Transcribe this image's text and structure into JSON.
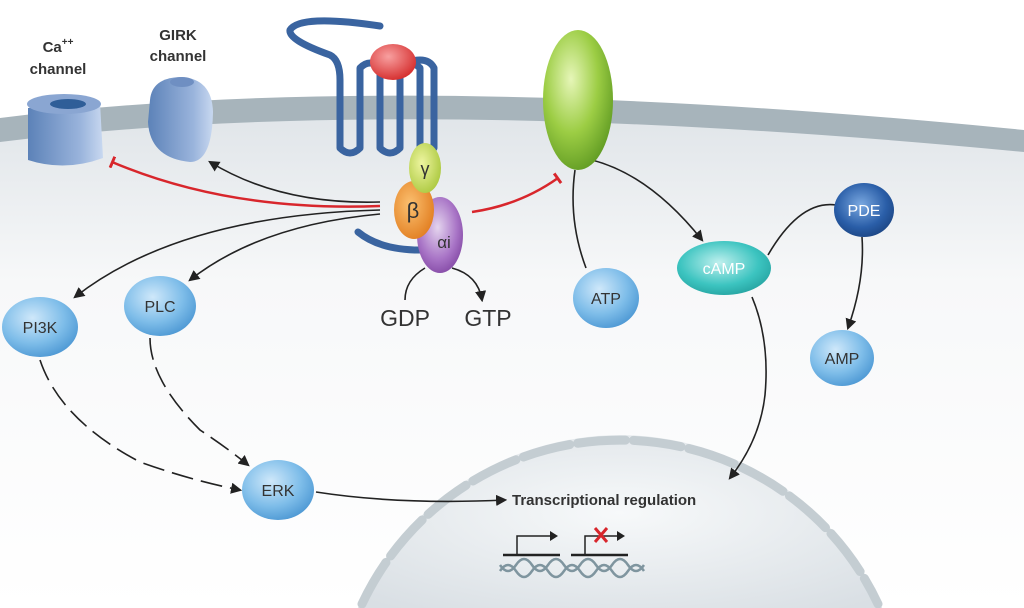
{
  "labels": {
    "ca_channel_line1": "Ca",
    "ca_channel_sup": "++",
    "ca_channel_line2": "channel",
    "girk_line1": "GIRK",
    "girk_line2": "channel",
    "gamma": "γ",
    "beta": "β",
    "alpha_i": "αi",
    "gdp": "GDP",
    "gtp": "GTP",
    "atp": "ATP",
    "camp": "cAMP",
    "pde": "PDE",
    "amp": "AMP",
    "pi3k": "PI3K",
    "plc": "PLC",
    "erk": "ERK",
    "transcription": "Transcriptional regulation"
  },
  "colors": {
    "membrane": "#a7b4bb",
    "receptor": "#3a64a0",
    "ligand": "#e03a3a",
    "inhibit": "#d8262c",
    "node_blue": "#6fb4e8",
    "camp": "#3cc4c0",
    "pde": "#1e4f98",
    "adenylyl_cyclase": "#8cc43c",
    "gamma": "#c4d84a",
    "beta": "#f0902c",
    "alpha": "#9a5cb8"
  }
}
